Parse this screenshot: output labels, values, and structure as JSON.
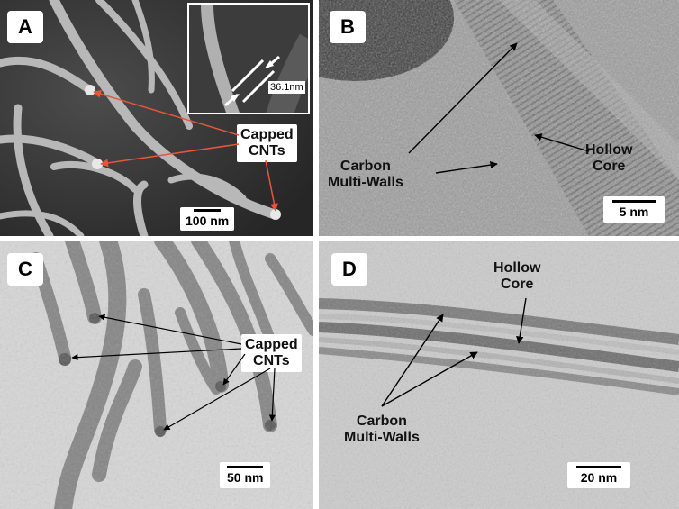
{
  "panels": {
    "a": {
      "letter": "A",
      "label_capped": "Capped\nCNTs",
      "inset_measure": "36.1nm",
      "scale": "100 nm"
    },
    "b": {
      "letter": "B",
      "label_walls": "Carbon\nMulti-Walls",
      "label_core": "Hollow\nCore",
      "scale": "5 nm"
    },
    "c": {
      "letter": "C",
      "label_capped": "Capped\nCNTs",
      "scale": "50 nm"
    },
    "d": {
      "letter": "D",
      "label_core": "Hollow\nCore",
      "label_walls": "Carbon\nMulti-Walls",
      "scale": "20 nm"
    }
  },
  "colors": {
    "sem_background": "#3a3a3a",
    "sem_tube": "#bdbdbd",
    "tem_background": "#d8d8d8",
    "arrow_red": "#e8563a",
    "arrow_black": "#000000"
  }
}
